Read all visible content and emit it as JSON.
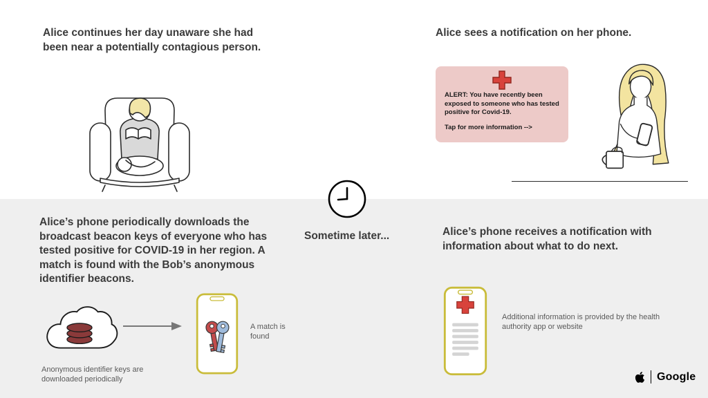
{
  "panels": {
    "top_left": {
      "caption": "Alice continues her day unaware she had been near a potentially contagious person."
    },
    "top_right": {
      "caption": "Alice sees a notification on her phone.",
      "alert_line1": "ALERT:  You have recently been exposed to someone who has tested positive for Covid-19.",
      "alert_line2": "Tap for more information -->"
    },
    "divider": {
      "caption": "Sometime later..."
    },
    "bottom_left": {
      "caption": "Alice’s phone periodically downloads the broadcast beacon keys of everyone who has tested positive for COVID-19 in her region. A match is found with the Bob’s anonymous identifier beacons.",
      "cloud_caption": "Anonymous identifier keys are downloaded periodically",
      "match_caption": "A match is found"
    },
    "bottom_right": {
      "caption": "Alice’s phone receives a notification with information about what to do next.",
      "info_caption": "Additional information is provided by the health authority app or website"
    },
    "footer": {
      "google_label": "Google"
    }
  },
  "icons": {
    "clock": "clock-icon",
    "cloud_database": "cloud-database-icon",
    "arrow": "arrow-right-icon",
    "medical_cross": "medical-cross-icon",
    "phone": "phone-icon",
    "key_red": "key-red-icon",
    "key_blue": "key-blue-icon",
    "apple_logo": "apple-logo-icon"
  },
  "colors": {
    "alert_bg": "#edcac8",
    "cross_red": "#d8433c",
    "cross_border": "#92271f",
    "phone_outline": "#c9bc3a",
    "key_red": "#c34b4b",
    "key_blue": "#9fbbdc",
    "database_maroon": "#8a3a3a",
    "bottom_bg": "#efefef",
    "line_art": "#2b2b2b"
  }
}
